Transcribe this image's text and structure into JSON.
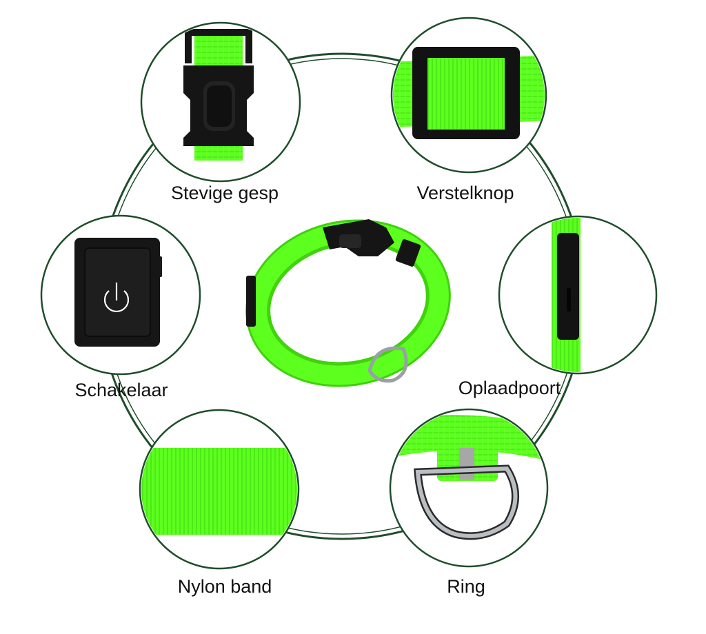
{
  "features": [
    {
      "label": "Stevige gesp",
      "icon": "buckle-icon"
    },
    {
      "label": "Verstelknop",
      "icon": "adjuster-icon"
    },
    {
      "label": "Schakelaar",
      "icon": "power-switch-icon"
    },
    {
      "label": "Oplaadpoort",
      "icon": "charging-port-icon"
    },
    {
      "label": "Nylon band",
      "icon": "nylon-strap-icon"
    },
    {
      "label": "Ring",
      "icon": "d-ring-icon"
    }
  ],
  "colors": {
    "ring_outline": "#1f4d2b",
    "neon_green": "#5dff1f",
    "neon_green_dark": "#3fd10c",
    "plastic_black": "#151515",
    "metal": "#9aa0a6"
  }
}
